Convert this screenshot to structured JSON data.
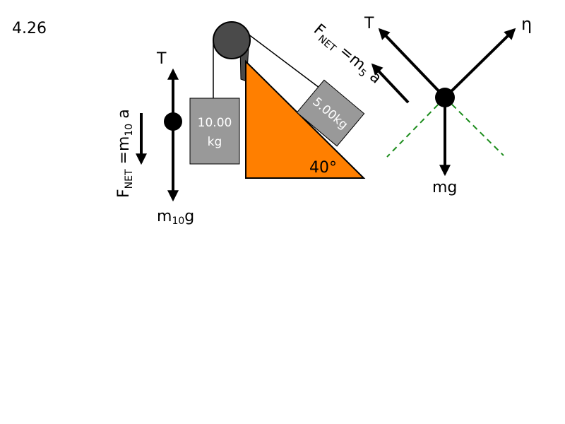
{
  "problem_number": "4.26",
  "colors": {
    "incline": "#ff7f00",
    "block": "#999999",
    "pulley": "#4a4a4a",
    "dashed": "#1b8c1b",
    "ink": "#000000"
  },
  "hanging_block": {
    "mass_line1": "10.00",
    "mass_line2": "kg"
  },
  "incline_block": {
    "mass": "5.00kg"
  },
  "incline": {
    "angle": "40°"
  },
  "fbd_hanging": {
    "tension": "T",
    "weight": "m",
    "weight_sub": "10",
    "weight_tail": "g",
    "net_main": "F",
    "net_sub": "NET",
    "net_eq": " =m",
    "net_sub2": "10",
    "net_tail": " a"
  },
  "fbd_incline": {
    "tension": "T",
    "normal": "η",
    "weight": "mg",
    "net_main": "F",
    "net_sub": "NET",
    "net_eq": " =m",
    "net_sub2": "5",
    "net_tail": " a"
  }
}
